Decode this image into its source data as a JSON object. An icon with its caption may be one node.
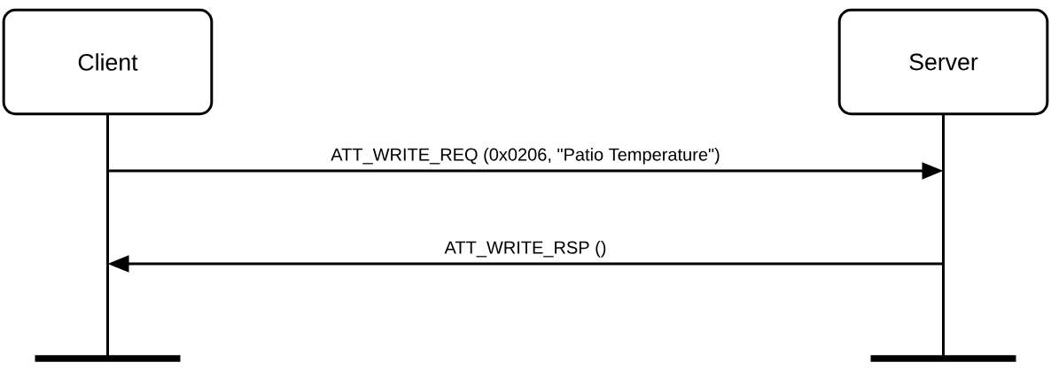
{
  "diagram": {
    "nodes": [
      {
        "text": [
          "Client"
        ]
      },
      {
        "text": [
          "Server"
        ]
      }
    ],
    "edges": [
      {
        "from": 0,
        "to": 1,
        "arrow": "to",
        "label": "ATT_WRITE_REQ (0x0206, \"Patio Temperature\")"
      },
      {
        "from": 1,
        "to": 0,
        "arrow": "to",
        "label": "ATT_WRITE_RSP ()"
      }
    ]
  }
}
